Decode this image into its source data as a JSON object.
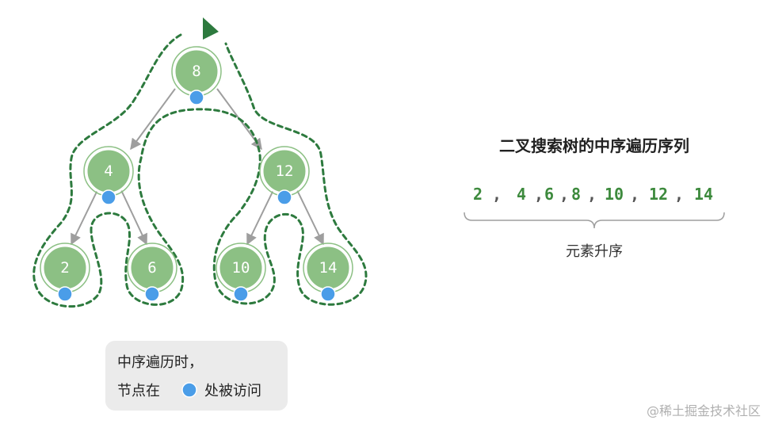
{
  "tree": {
    "nodes": [
      {
        "id": "n8",
        "label": "8"
      },
      {
        "id": "n4",
        "label": "4"
      },
      {
        "id": "n12",
        "label": "12"
      },
      {
        "id": "n2",
        "label": "2"
      },
      {
        "id": "n6",
        "label": "6"
      },
      {
        "id": "n10",
        "label": "10"
      },
      {
        "id": "n14",
        "label": "14"
      }
    ],
    "edges": [
      [
        "n8",
        "n4"
      ],
      [
        "n8",
        "n12"
      ],
      [
        "n4",
        "n2"
      ],
      [
        "n4",
        "n6"
      ],
      [
        "n12",
        "n10"
      ],
      [
        "n12",
        "n14"
      ]
    ],
    "colors": {
      "node": "#8cc084",
      "visit_dot": "#4a9de8",
      "path": "#2d7a3e",
      "edge": "#9e9e9e"
    }
  },
  "sequence": {
    "title": "二叉搜索树的中序遍历序列",
    "values": [
      "2",
      "4",
      "6",
      "8",
      "10",
      "12",
      "14"
    ],
    "separator": ",",
    "brace_label": "元素升序",
    "value_color": "#3d8a3d"
  },
  "legend": {
    "line1": "中序遍历时，",
    "line2_before": "节点在",
    "line2_after": "处被访问"
  },
  "watermark": "@稀土掘金技术社区"
}
